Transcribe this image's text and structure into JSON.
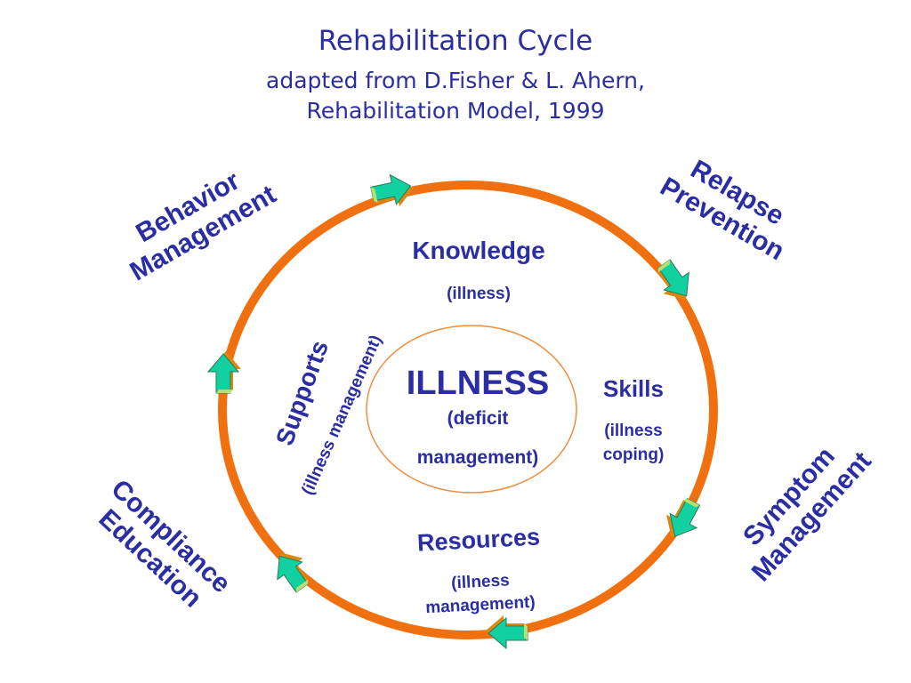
{
  "title": {
    "line1": "Rehabilitation Cycle",
    "line2": "adapted from D.Fisher & L. Ahern,",
    "line3": "Rehabilitation Model, 1999"
  },
  "corners": {
    "behavior": "Behavior",
    "behavior2": "Management",
    "relapse": "Relapse",
    "relapse2": "Prevention",
    "symptom": "Symptom",
    "symptom2": "Management",
    "compliance": "Compliance",
    "compliance2": "Education"
  },
  "inner": {
    "knowledge": "Knowledge",
    "knowledge_sub": "(illness)",
    "skills": "Skills",
    "skills_sub1": "(illness",
    "skills_sub2": "coping)",
    "resources": "Resources",
    "resources_sub1": "(illness",
    "resources_sub2": "management)",
    "supports": "Supports",
    "supports_sub": "(illness management)"
  },
  "center": {
    "title": "ILLNESS",
    "sub1": "(deficit",
    "sub2": "management)"
  },
  "colors": {
    "ring": "#f07010",
    "text": "#2b2ea3",
    "arrow_fill": "#13d0a0",
    "arrow_edge": "#d88a10",
    "center_ring": "#f28c3c"
  }
}
